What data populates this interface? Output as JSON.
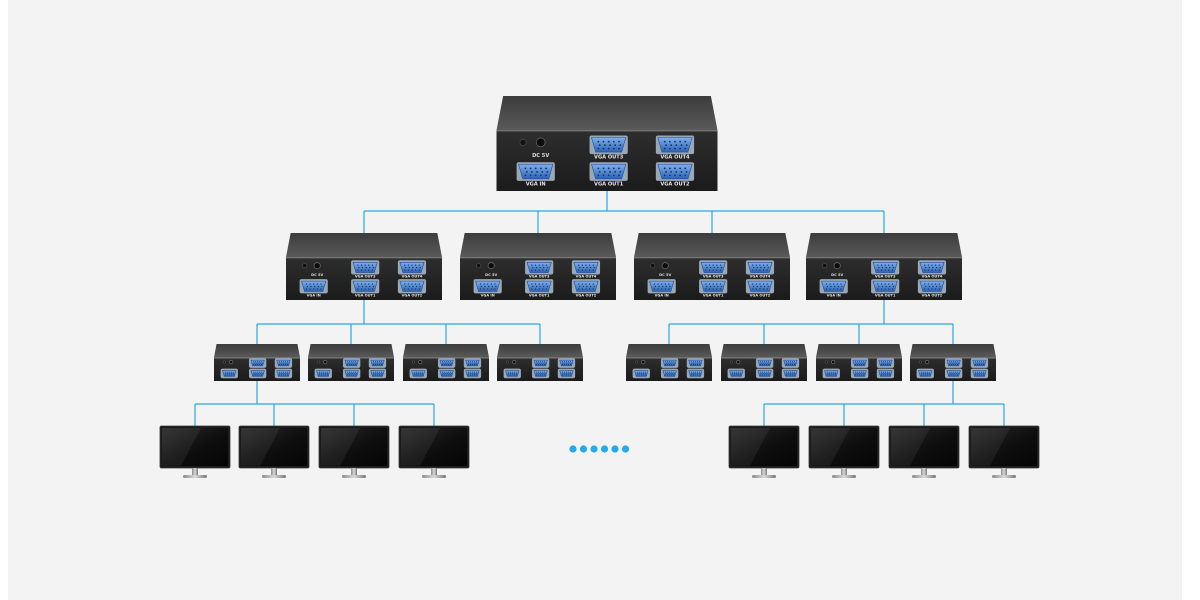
{
  "diagram": {
    "description_free": true,
    "colors": {
      "background": "#f3f3f3",
      "connector": "#2aa7e4",
      "device_top": "#4a4a4a",
      "device_front": "#262626",
      "port": "#3d78c8",
      "ellipsis": "#22aaee"
    },
    "tiers": [
      {
        "name": "root-splitter",
        "count": 1
      },
      {
        "name": "level-2-splitters",
        "count": 4
      },
      {
        "name": "level-3-splitters",
        "count": 8
      },
      {
        "name": "monitors",
        "count": 8
      }
    ],
    "port_labels": {
      "dc": "DC 5V",
      "in": "VGA IN",
      "out1": "VGA OUT1",
      "out2": "VGA OUT2",
      "out3": "VGA OUT3",
      "out4": "VGA OUT4"
    },
    "ellipsis_icon": "dots-ellipsis-icon",
    "ellipsis_dot_count": 6
  }
}
